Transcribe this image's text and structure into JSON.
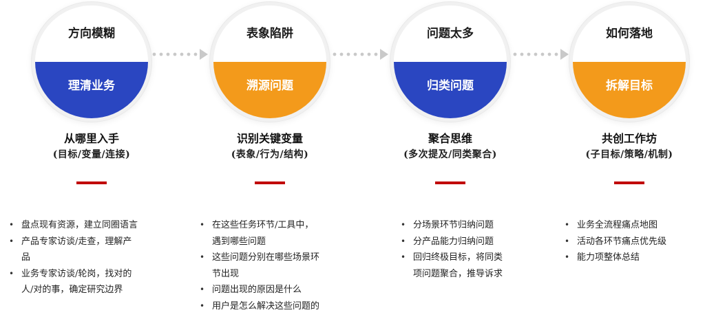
{
  "stages": [
    {
      "circle_top": "方向模糊",
      "circle_bottom": "理清业务",
      "title": "从哪里入手",
      "subtitle": "(目标/变量/连接)",
      "bullets": [
        [
          "盘点现有资源，建立同圈语言"
        ],
        [
          "产品专家访谈/走查，理解产",
          "品"
        ],
        [
          "业务专家访谈/轮岗，找对的",
          "人/对的事，确定研究边界"
        ]
      ],
      "color": "#2a46c1"
    },
    {
      "circle_top": "表象陷阱",
      "circle_bottom": "溯源问题",
      "title": "识别关键变量",
      "subtitle": "(表象/行为/结构)",
      "bullets": [
        [
          "在这些任务环节/工具中，",
          "遇到哪些问题"
        ],
        [
          "这些问题分别在哪些场景环",
          "节出现"
        ],
        [
          "问题出现的原因是什么"
        ],
        [
          "用户是怎么解决这些问题的"
        ]
      ],
      "color": "#f39a1b"
    },
    {
      "circle_top": "问题太多",
      "circle_bottom": "归类问题",
      "title": "聚合思维",
      "subtitle": "(多次提及/同类聚合)",
      "bullets": [
        [
          "分场景环节归纳问题"
        ],
        [
          "分产品能力归纳问题"
        ],
        [
          "回归终极目标，将同类",
          "项问题聚合，推导诉求"
        ]
      ],
      "color": "#2a46c1"
    },
    {
      "circle_top": "如何落地",
      "circle_bottom": "拆解目标",
      "title": "共创工作坊",
      "subtitle": "(子目标/策略/机制)",
      "bullets": [
        [
          "业务全流程痛点地图"
        ],
        [
          "活动各环节痛点优先级"
        ],
        [
          "能力项整体总结"
        ]
      ],
      "color": "#f39a1b"
    }
  ],
  "bullet_glyph": "•",
  "arrow_color": "#c9c9c9"
}
